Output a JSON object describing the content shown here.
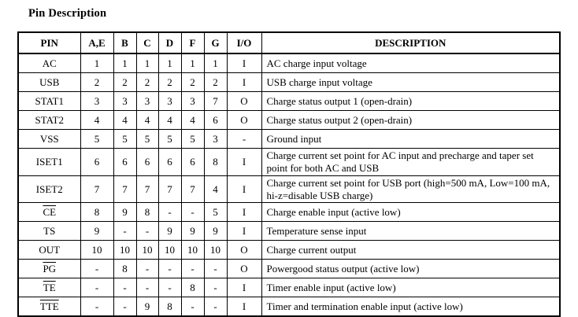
{
  "page_title": "Pin Description",
  "table": {
    "headers": [
      "PIN",
      "A,E",
      "B",
      "C",
      "D",
      "F",
      "G",
      "I/O",
      "DESCRIPTION"
    ],
    "rows": [
      {
        "pin": "AC",
        "overline": false,
        "values": [
          "1",
          "1",
          "1",
          "1",
          "1",
          "1"
        ],
        "io": "I",
        "description": "AC charge input voltage"
      },
      {
        "pin": "USB",
        "overline": false,
        "values": [
          "2",
          "2",
          "2",
          "2",
          "2",
          "2"
        ],
        "io": "I",
        "description": "USB charge input voltage"
      },
      {
        "pin": "STAT1",
        "overline": false,
        "values": [
          "3",
          "3",
          "3",
          "3",
          "3",
          "7"
        ],
        "io": "O",
        "description": "Charge status output 1 (open-drain)"
      },
      {
        "pin": "STAT2",
        "overline": false,
        "values": [
          "4",
          "4",
          "4",
          "4",
          "4",
          "6"
        ],
        "io": "O",
        "description": "Charge status output 2 (open-drain)"
      },
      {
        "pin": "VSS",
        "overline": false,
        "values": [
          "5",
          "5",
          "5",
          "5",
          "5",
          "3"
        ],
        "io": "-",
        "description": "Ground input"
      },
      {
        "pin": "ISET1",
        "overline": false,
        "values": [
          "6",
          "6",
          "6",
          "6",
          "6",
          "8"
        ],
        "io": "I",
        "description": "Charge current set point for AC input and precharge and taper set point for both AC and USB",
        "tall": true
      },
      {
        "pin": "ISET2",
        "overline": false,
        "values": [
          "7",
          "7",
          "7",
          "7",
          "7",
          "4"
        ],
        "io": "I",
        "description": "Charge current set point for USB port (high=500 mA, Low=100 mA, hi-z=disable USB charge)",
        "tall": true
      },
      {
        "pin": "CE",
        "overline": true,
        "values": [
          "8",
          "9",
          "8",
          "-",
          "-",
          "5"
        ],
        "io": "I",
        "description": "Charge enable input (active low)"
      },
      {
        "pin": "TS",
        "overline": false,
        "values": [
          "9",
          "-",
          "-",
          "9",
          "9",
          "9"
        ],
        "io": "I",
        "description": "Temperature sense input"
      },
      {
        "pin": "OUT",
        "overline": false,
        "values": [
          "10",
          "10",
          "10",
          "10",
          "10",
          "10"
        ],
        "io": "O",
        "description": "Charge current output"
      },
      {
        "pin": "PG",
        "overline": true,
        "values": [
          "-",
          "8",
          "-",
          "-",
          "-",
          "-"
        ],
        "io": "O",
        "description": "Powergood status output (active low)"
      },
      {
        "pin": "TE",
        "overline": true,
        "values": [
          "-",
          "-",
          "-",
          "-",
          "8",
          "-"
        ],
        "io": "I",
        "description": "Timer enable input (active low)"
      },
      {
        "pin": "TTE",
        "overline": true,
        "values": [
          "-",
          "-",
          "9",
          "8",
          "-",
          "-"
        ],
        "io": "I",
        "description": "Timer and termination enable input (active low)"
      }
    ]
  }
}
